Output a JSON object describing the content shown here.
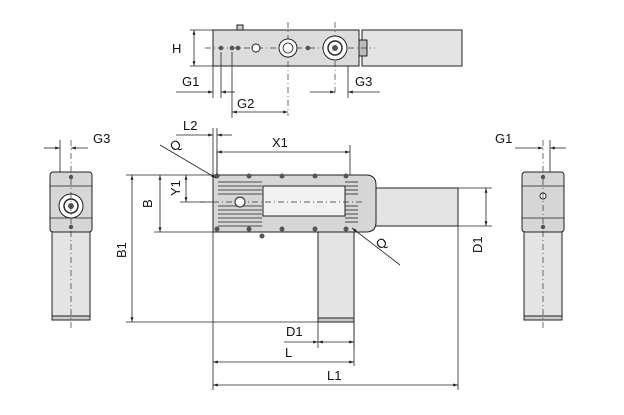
{
  "labels": {
    "h": "H",
    "g1_top": "G1",
    "g3_top": "G3",
    "g2": "G2",
    "l2": "L2",
    "x1": "X1",
    "q_top": "Q",
    "q_bottom": "Q",
    "b": "B",
    "y1": "Y1",
    "b1": "B1",
    "d1_right": "D1",
    "d1_bottom": "D1",
    "l": "L",
    "l1": "L1",
    "g3_left": "G3",
    "g1_right": "G1"
  },
  "colors": {
    "body_fill": "#d9d9d9",
    "tube_fill": "#e2e2e2",
    "line": "#222222",
    "text": "#111111",
    "hole_dark": "#555555"
  }
}
